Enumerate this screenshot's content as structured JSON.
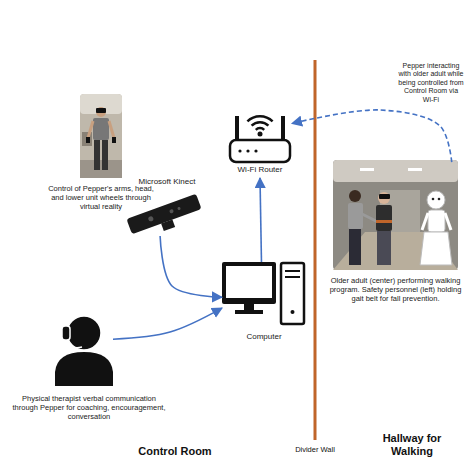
{
  "diagram": {
    "nodes": [
      {
        "text": [
          "Control of Pepper's arms, head, and lower unit wheels through virtual reality"
        ]
      },
      {
        "text": [
          "Wi-Fi Router"
        ]
      },
      {
        "text": [
          "Microsoft Kinect"
        ]
      },
      {
        "text": [
          "Computer"
        ]
      },
      {
        "text": [
          "Physical therapist verbal communication through Pepper for coaching, encouragement, conversation"
        ]
      },
      {
        "text": [
          "Older adult (center) performing walking program. Safety personnel (left) holding gait belt for fall prevention."
        ]
      }
    ],
    "edges": [
      {
        "from": 2,
        "to": 3,
        "arrow": "to"
      },
      {
        "from": 3,
        "to": 1,
        "arrow": "to"
      },
      {
        "from": 4,
        "to": 3,
        "arrow": "to"
      },
      {
        "from": 5,
        "to": 1,
        "arrow": "to",
        "label": "Pepper interacting with older adult while being controlled from Control Room via Wi-Fi"
      }
    ],
    "labels": [
      "Control Room",
      "Divider Wall",
      "Hallway for Walking"
    ]
  }
}
